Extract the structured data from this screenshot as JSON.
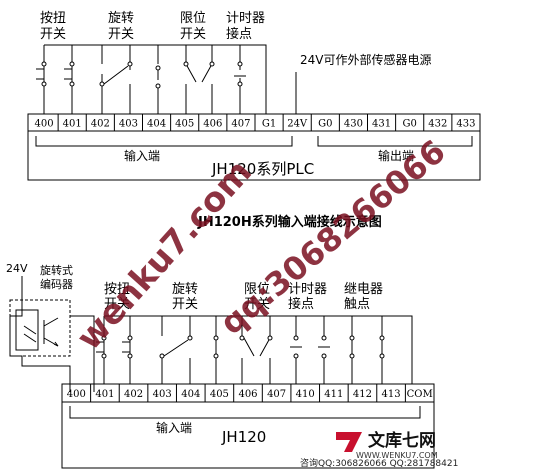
{
  "diagram1": {
    "groups": [
      "按扭\n开关",
      "旋转\n开关",
      "限位\n开关",
      "计时器\n接点"
    ],
    "power_note": "24V可作外部传感器电源",
    "terminals": [
      "400",
      "401",
      "402",
      "403",
      "404",
      "405",
      "406",
      "407",
      "G1",
      "24V",
      "G0",
      "430",
      "431",
      "G0",
      "432",
      "433"
    ],
    "input_label": "输入端",
    "output_label": "输出端",
    "plc_label": "JH120系列PLC",
    "caption": "JH120H系列输入端接线示意图"
  },
  "diagram2": {
    "supply": "24V",
    "encoder": "旋转式\n编码器",
    "groups": [
      "按扭\n开关",
      "旋转\n开关",
      "限位\n开关",
      "计时器\n接点",
      "继电器\n触点"
    ],
    "terminals": [
      "400",
      "401",
      "402",
      "403",
      "404",
      "405",
      "406",
      "407",
      "410",
      "411",
      "412",
      "413",
      "COM"
    ],
    "input_label": "输入端",
    "plc_label": "JH120"
  },
  "watermark": {
    "text1": "wenku7.com",
    "text2": "qq:3068266066",
    "brand": "文库七网",
    "url": "WWW.WENKU7.COM",
    "contact": "咨询QQ:306826066  QQ:281788421"
  }
}
